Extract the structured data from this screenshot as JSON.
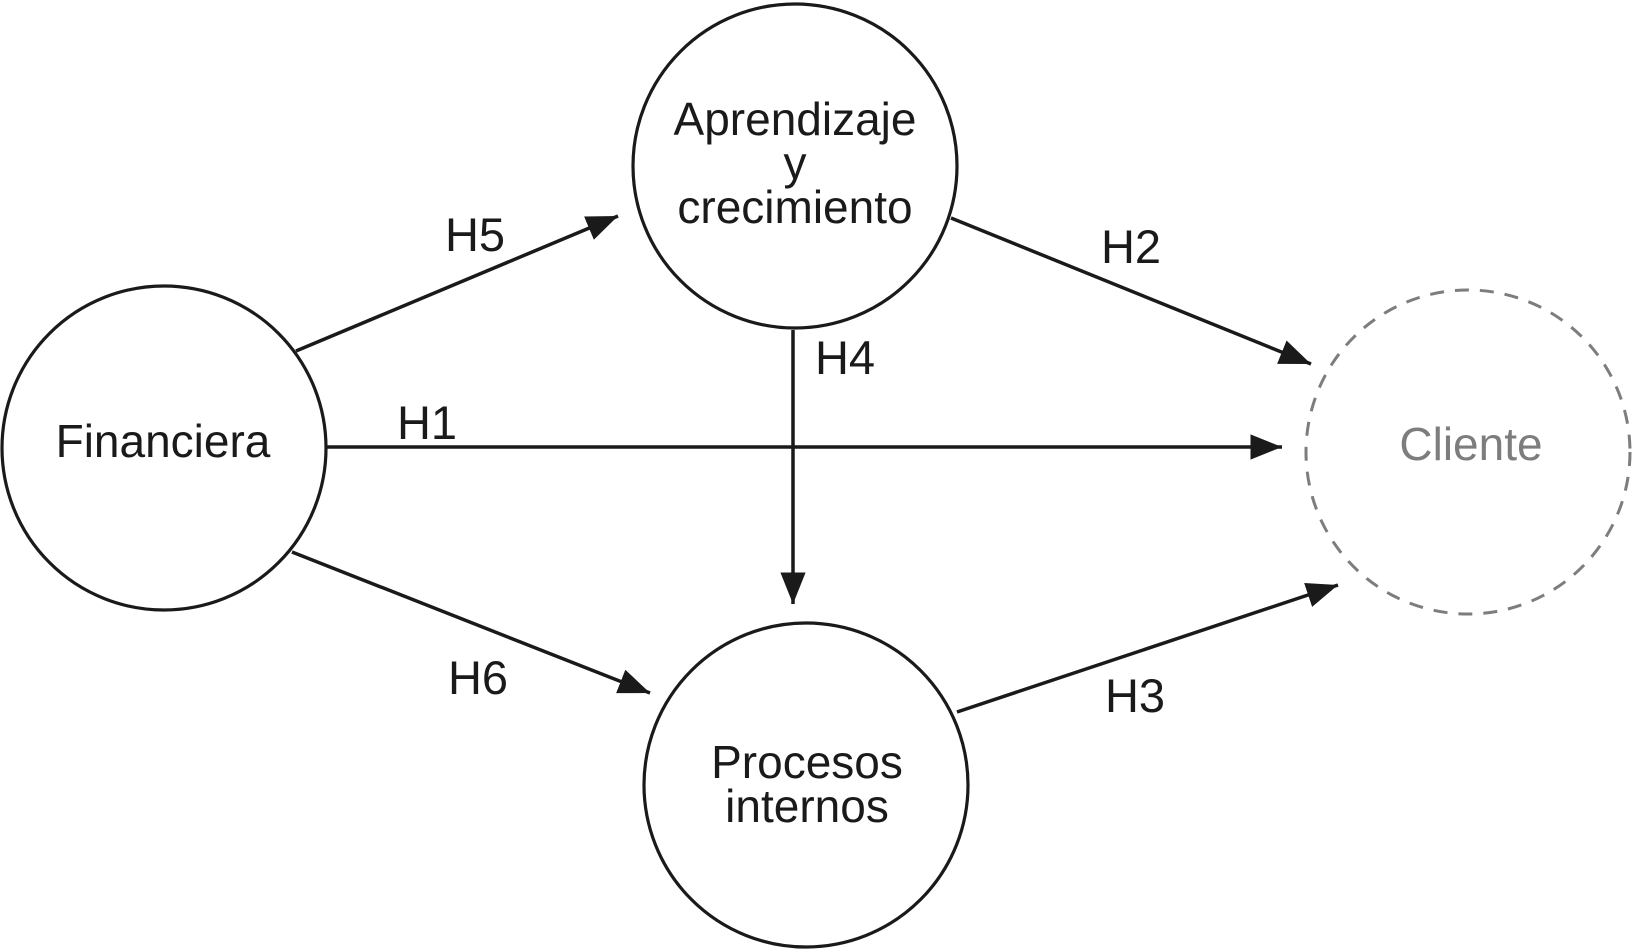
{
  "diagram": {
    "type": "path-model",
    "nodes": [
      {
        "id": "financiera",
        "label": "Financiera",
        "shape": "circle",
        "border_style": "solid",
        "color": "#1a1a1a"
      },
      {
        "id": "aprendizaje",
        "label": "Aprendizaje y crecimiento",
        "lines": [
          "Aprendizaje",
          "y",
          "crecimiento"
        ],
        "shape": "circle",
        "border_style": "solid",
        "color": "#1a1a1a"
      },
      {
        "id": "procesos",
        "label": "Procesos internos",
        "lines": [
          "Procesos",
          "internos"
        ],
        "shape": "circle",
        "border_style": "solid",
        "color": "#1a1a1a"
      },
      {
        "id": "cliente",
        "label": "Cliente",
        "shape": "circle",
        "border_style": "dashed",
        "color": "#7d7d7d"
      }
    ],
    "edges": [
      {
        "id": "H5",
        "label": "H5",
        "from": "financiera",
        "to": "aprendizaje"
      },
      {
        "id": "H1",
        "label": "H1",
        "from": "financiera",
        "to": "cliente"
      },
      {
        "id": "H6",
        "label": "H6",
        "from": "financiera",
        "to": "procesos"
      },
      {
        "id": "H2",
        "label": "H2",
        "from": "aprendizaje",
        "to": "cliente"
      },
      {
        "id": "H4",
        "label": "H4",
        "from": "aprendizaje",
        "to": "procesos"
      },
      {
        "id": "H3",
        "label": "H3",
        "from": "procesos",
        "to": "cliente"
      }
    ],
    "colors": {
      "background": "#ffffff",
      "stroke": "#1a1a1a",
      "muted": "#7d7d7d"
    }
  }
}
